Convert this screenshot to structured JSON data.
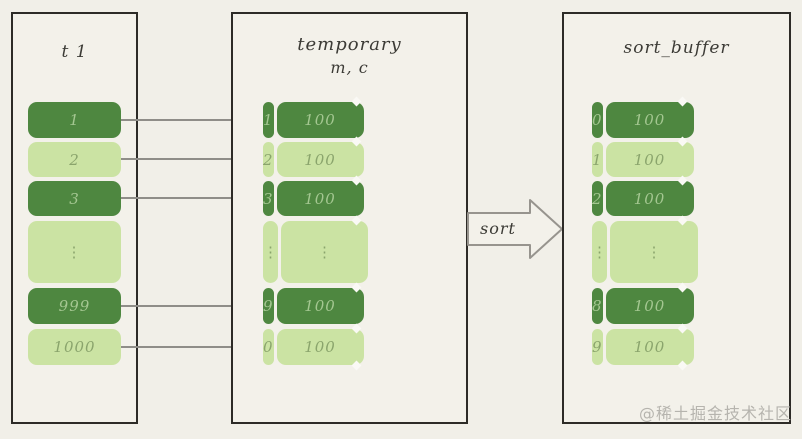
{
  "colors": {
    "background": "#f1efe8",
    "box_background": "#f3f1ea",
    "box_border": "#2d2b27",
    "row_dark_green": "#4e8740",
    "row_light_green": "#cbe3a3",
    "text_on_dark": "#a4c791",
    "text_on_light": "#8aa46c",
    "arrow_gray": "#8f8d88",
    "watermark_gray": "#b6b4ae"
  },
  "left_box": {
    "title": "t 1",
    "rows": [
      {
        "value": "1",
        "shade": "dark"
      },
      {
        "value": "2",
        "shade": "light"
      },
      {
        "value": "3",
        "shade": "dark"
      },
      {
        "value": "⋮",
        "shade": "light"
      },
      {
        "value": "999",
        "shade": "dark"
      },
      {
        "value": "1000",
        "shade": "light"
      }
    ]
  },
  "middle_box": {
    "title": "temporary",
    "subtitle": "m, c",
    "rows": [
      {
        "m": "1",
        "c": "100",
        "shade": "dark"
      },
      {
        "m": "2",
        "c": "100",
        "shade": "light"
      },
      {
        "m": "3",
        "c": "100",
        "shade": "dark"
      },
      {
        "m": "⋮",
        "c": "⋮",
        "shade": "light"
      },
      {
        "m": "9",
        "c": "100",
        "shade": "dark"
      },
      {
        "m": "0",
        "c": "100",
        "shade": "light"
      }
    ]
  },
  "sort_arrow": {
    "label": "sort"
  },
  "right_box": {
    "title": "sort_buffer",
    "rows": [
      {
        "m": "0",
        "c": "100",
        "shade": "dark"
      },
      {
        "m": "1",
        "c": "100",
        "shade": "light"
      },
      {
        "m": "2",
        "c": "100",
        "shade": "dark"
      },
      {
        "m": "⋮",
        "c": "⋮",
        "shade": "light"
      },
      {
        "m": "8",
        "c": "100",
        "shade": "dark"
      },
      {
        "m": "9",
        "c": "100",
        "shade": "light"
      }
    ]
  },
  "watermark": "@稀土掘金技术社区"
}
